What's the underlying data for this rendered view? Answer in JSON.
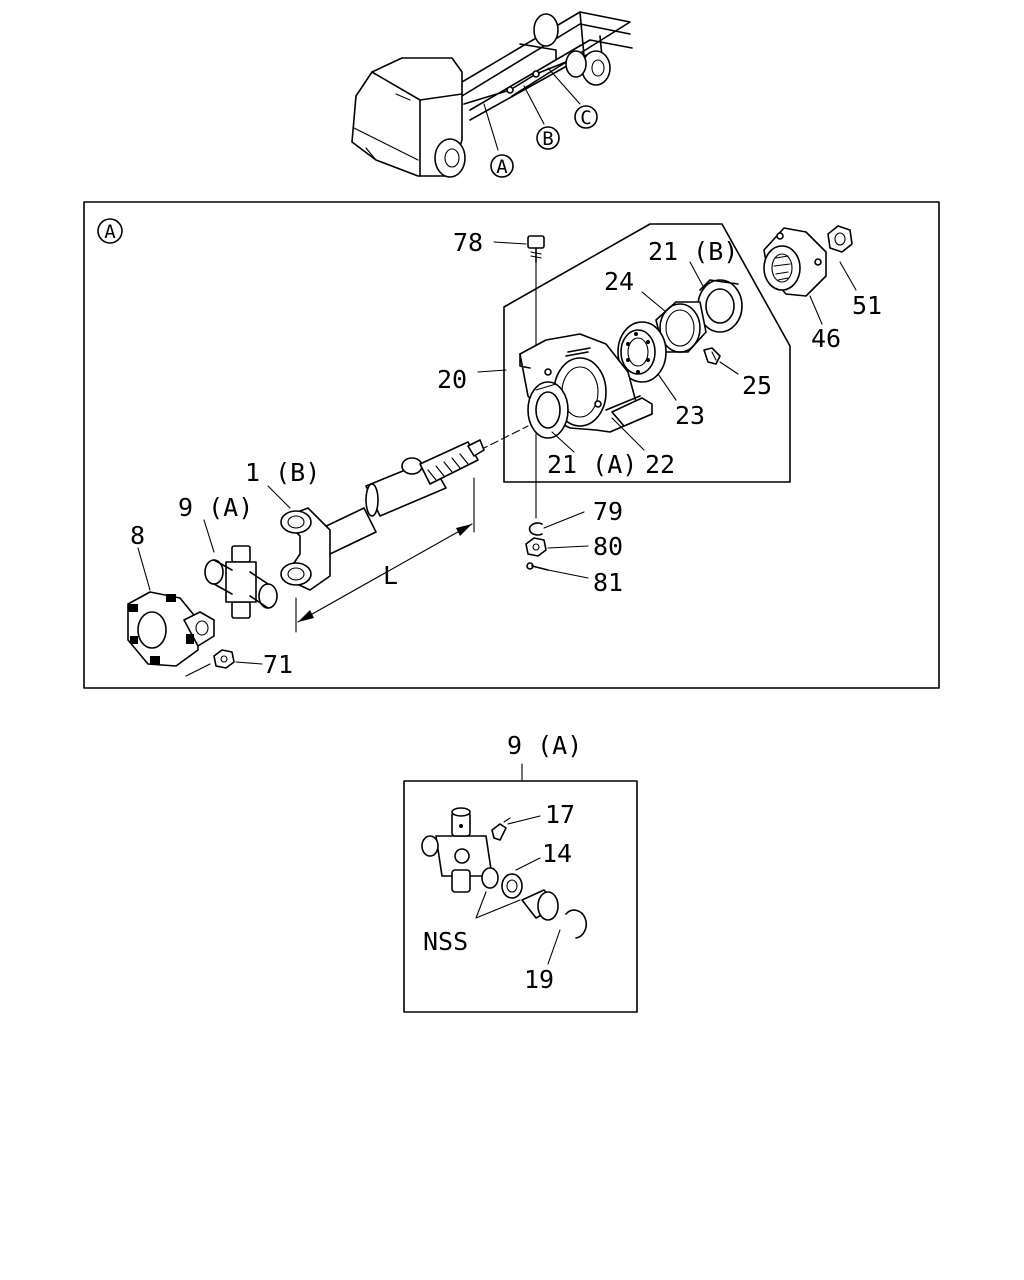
{
  "diagram": {
    "overview_callouts": {
      "a": "A",
      "b": "B",
      "c": "C"
    },
    "main_panel": {
      "marker": "A",
      "dimension_label": "L",
      "parts": {
        "p78": "78",
        "p21b": "21 (B)",
        "p24": "24",
        "p51": "51",
        "p46": "46",
        "p20": "20",
        "p25": "25",
        "p23": "23",
        "p21a": "21 (A)",
        "p22": "22",
        "p1b": "1 (B)",
        "p9a": "9 (A)",
        "p8": "8",
        "p79": "79",
        "p80": "80",
        "p81": "81",
        "p71": "71"
      }
    },
    "detail_panel": {
      "title": "9 (A)",
      "parts": {
        "p17": "17",
        "p14": "14",
        "nss": "NSS",
        "p19": "19"
      }
    }
  }
}
